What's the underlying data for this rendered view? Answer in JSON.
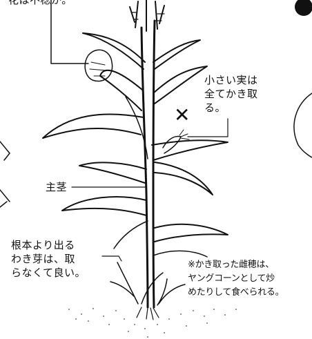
{
  "labels": {
    "top_fragment": "花は不稔か。",
    "small_ear": [
      "小さい実は",
      "全てかき取",
      "る。"
    ],
    "cross_mark": "✕",
    "main_stem": "主茎",
    "side_shoots": [
      "根本より出る",
      "わき芽は、取",
      "らなくて良い。"
    ],
    "note": [
      "※かき取った雌穂は、",
      "ヤングコーンとして炒",
      "めたりして食べられる。"
    ]
  },
  "colors": {
    "ink": "#111111",
    "background": "#ffffff"
  },
  "icons": [
    "corn-plant-illustration",
    "tassel-icon",
    "cross-mark-icon",
    "bullet-dot-icon"
  ]
}
